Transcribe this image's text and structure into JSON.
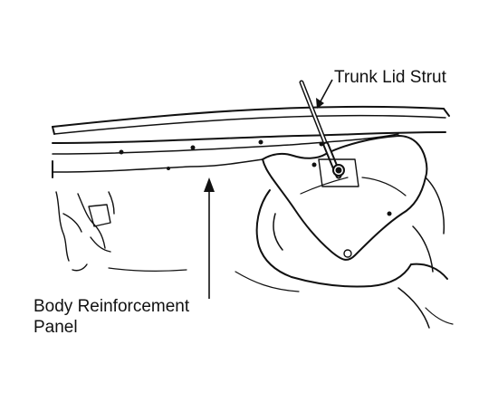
{
  "diagram": {
    "labels": {
      "trunk_lid_strut": "Trunk Lid Strut",
      "body_reinforcement_line1": "Body Reinforcement",
      "body_reinforcement_line2": "Panel"
    },
    "colors": {
      "ink": "#111111",
      "paper": "#ffffff"
    }
  }
}
